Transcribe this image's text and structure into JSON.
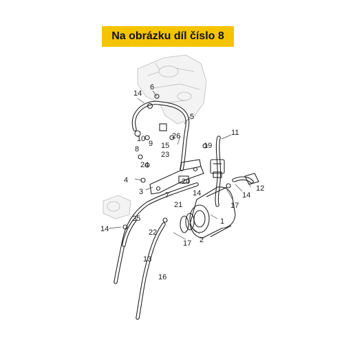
{
  "banner": {
    "text": "Na obrázku díl číslo 8",
    "color": "#f5c400"
  },
  "labels": [
    {
      "id": "1",
      "text": "1"
    },
    {
      "id": "2",
      "text": "2"
    },
    {
      "id": "3",
      "text": "3"
    },
    {
      "id": "4",
      "text": "4"
    },
    {
      "id": "5",
      "text": "5"
    },
    {
      "id": "6",
      "text": "6"
    },
    {
      "id": "7",
      "text": "7"
    },
    {
      "id": "8",
      "text": "8"
    },
    {
      "id": "9",
      "text": "9"
    },
    {
      "id": "10",
      "text": "10"
    },
    {
      "id": "11",
      "text": "11"
    },
    {
      "id": "12",
      "text": "12"
    },
    {
      "id": "13",
      "text": "13"
    },
    {
      "id": "14a",
      "text": "14"
    },
    {
      "id": "14b",
      "text": "14"
    },
    {
      "id": "14c",
      "text": "14"
    },
    {
      "id": "14d",
      "text": "14"
    },
    {
      "id": "15",
      "text": "15"
    },
    {
      "id": "16",
      "text": "16"
    },
    {
      "id": "17a",
      "text": "17"
    },
    {
      "id": "17b",
      "text": "17"
    },
    {
      "id": "19",
      "text": "19"
    },
    {
      "id": "20",
      "text": "20"
    },
    {
      "id": "21",
      "text": "21"
    },
    {
      "id": "22",
      "text": "22"
    },
    {
      "id": "23",
      "text": "23"
    },
    {
      "id": "24",
      "text": "24"
    },
    {
      "id": "25",
      "text": "25"
    },
    {
      "id": "26",
      "text": "26"
    }
  ]
}
